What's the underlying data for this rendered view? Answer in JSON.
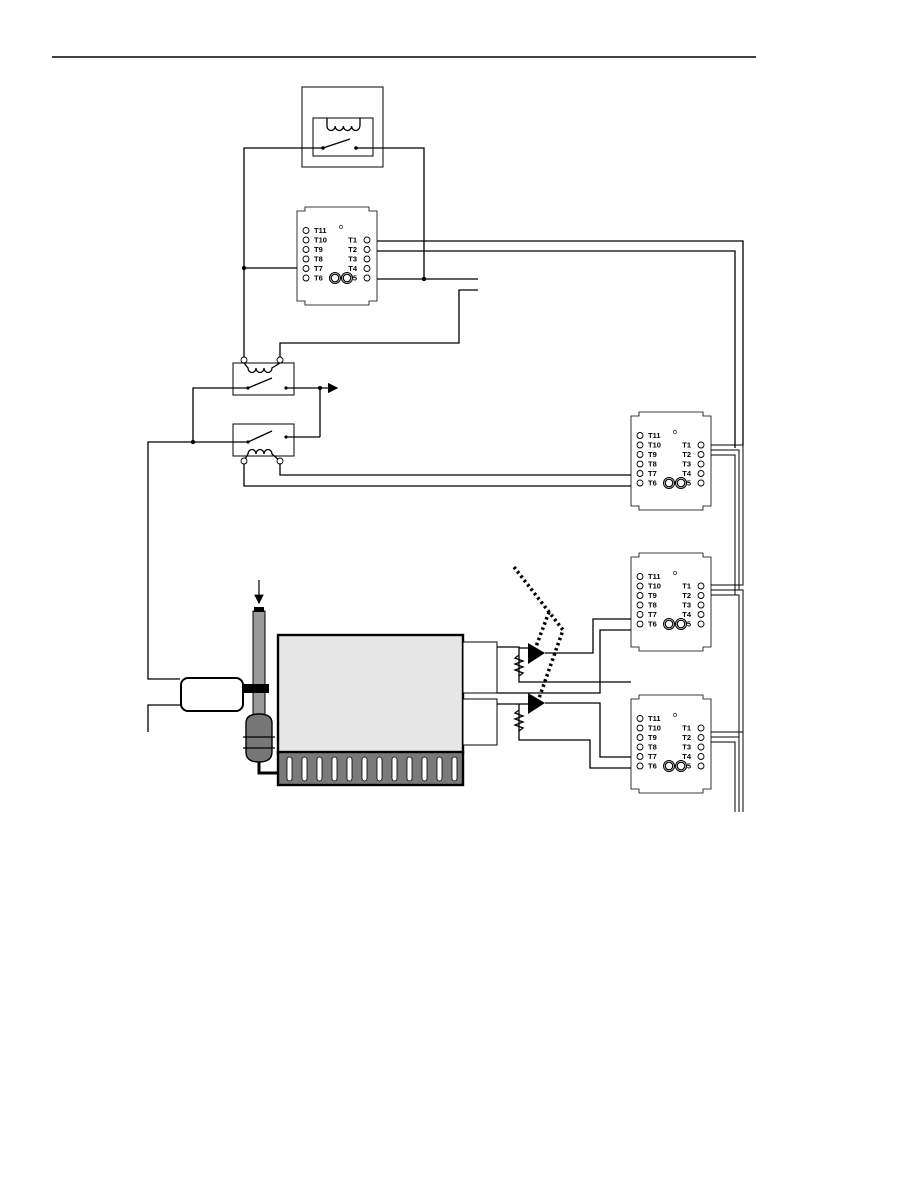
{
  "modules": [
    {
      "left_terminals": [
        "T11",
        "T10",
        "T9",
        "T8",
        "T7",
        "T6"
      ],
      "right_terminals": [
        "T1",
        "T2",
        "T3",
        "T4",
        "T5"
      ]
    },
    {
      "left_terminals": [
        "T11",
        "T10",
        "T9",
        "T8",
        "T7",
        "T6"
      ],
      "right_terminals": [
        "T1",
        "T2",
        "T3",
        "T4",
        "T5"
      ]
    },
    {
      "left_terminals": [
        "T11",
        "T10",
        "T9",
        "T8",
        "T7",
        "T6"
      ],
      "right_terminals": [
        "T1",
        "T2",
        "T3",
        "T4",
        "T5"
      ]
    },
    {
      "left_terminals": [
        "T11",
        "T10",
        "T9",
        "T8",
        "T7",
        "T6"
      ],
      "right_terminals": [
        "T1",
        "T2",
        "T3",
        "T4",
        "T5"
      ]
    }
  ]
}
